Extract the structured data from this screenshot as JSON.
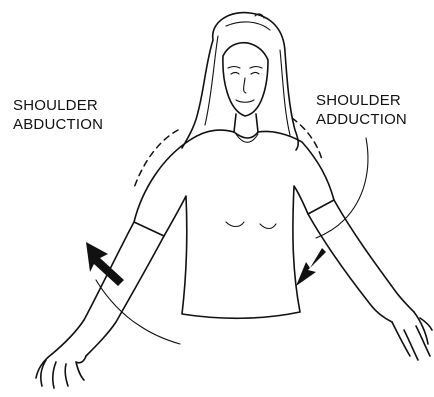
{
  "labels": {
    "left": {
      "line1": "SHOULDER",
      "line2": "ABDUCTION"
    },
    "right": {
      "line1": "SHOULDER",
      "line2": "ADDUCTION"
    }
  },
  "icons": {
    "left_arrow": "arrow-up-left-icon",
    "right_arrow": "arrow-down-left-icon"
  },
  "colors": {
    "ink": "#111111",
    "background": "#ffffff"
  }
}
